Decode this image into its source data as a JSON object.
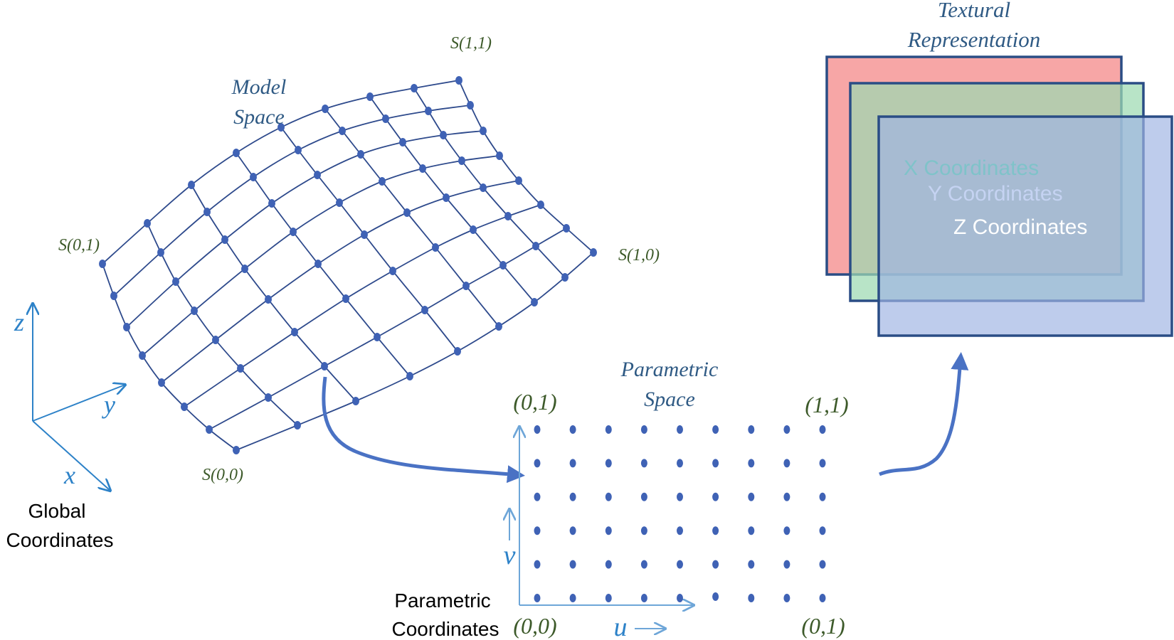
{
  "model_space": {
    "title_line1": "Model",
    "title_line2": "Space",
    "corner_s00": "S(0,0)",
    "corner_s01": "S(0,1)",
    "corner_s10": "S(1,0)",
    "corner_s11": "S(1,1)"
  },
  "global_coordinates": {
    "axis_z": "z",
    "axis_y": "y",
    "axis_x": "x",
    "label_line1": "Global",
    "label_line2": "Coordinates"
  },
  "parametric_space": {
    "title_line1": "Parametric",
    "title_line2": "Space",
    "corner_top_left": "(0,1)",
    "corner_top_right": "(1,1)",
    "corner_bottom_left": "(0,0)",
    "corner_bottom_right": "(0,1)",
    "axis_u": "u",
    "axis_v": "v",
    "label_line1": "Parametric",
    "label_line2": "Coordinates",
    "grid_cols": 9,
    "grid_rows": 6
  },
  "textural_representation": {
    "title_line1": "Textural",
    "title_line2": "Representation",
    "x_label": "X Coordinates",
    "y_label": "Y Coordinates",
    "z_label": "Z Coordinates"
  },
  "colors": {
    "mesh": "#2e4a8c",
    "node": "#3f62b5",
    "corner_label": "#3d5a2a",
    "title": "#2f5a84",
    "axis": "#2d82c8",
    "param_axis": "#6ea6d8",
    "flow_arrow": "#4a72c4",
    "layer_x": "#f7a6a6",
    "layer_y": "#9cd9b2",
    "layer_z": "#a9bbe6",
    "layer_border": "#2a4d85"
  }
}
